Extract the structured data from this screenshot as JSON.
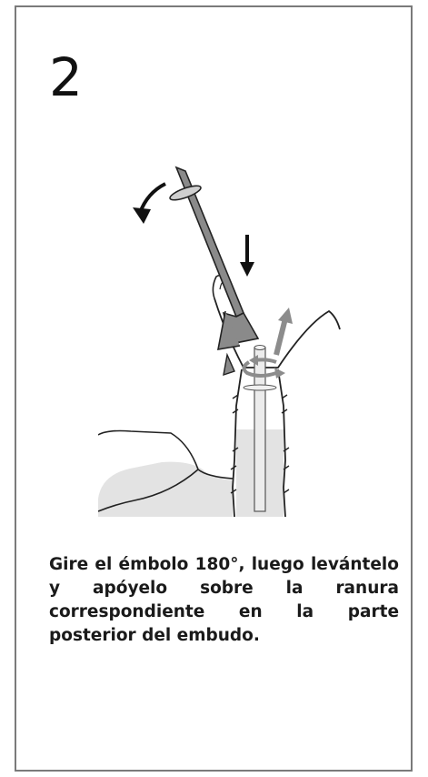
{
  "step": {
    "number": "2"
  },
  "illustration": {
    "icon": "funnel-plunger-rotation-illustration",
    "arrow_color_dark": "#111111",
    "arrow_color_light": "#8c8c8c"
  },
  "instruction": {
    "text": "Gire el émbolo 180°, luego levántelo y apóyelo sobre la ranura correspondiente en la parte posterior del embudo."
  }
}
